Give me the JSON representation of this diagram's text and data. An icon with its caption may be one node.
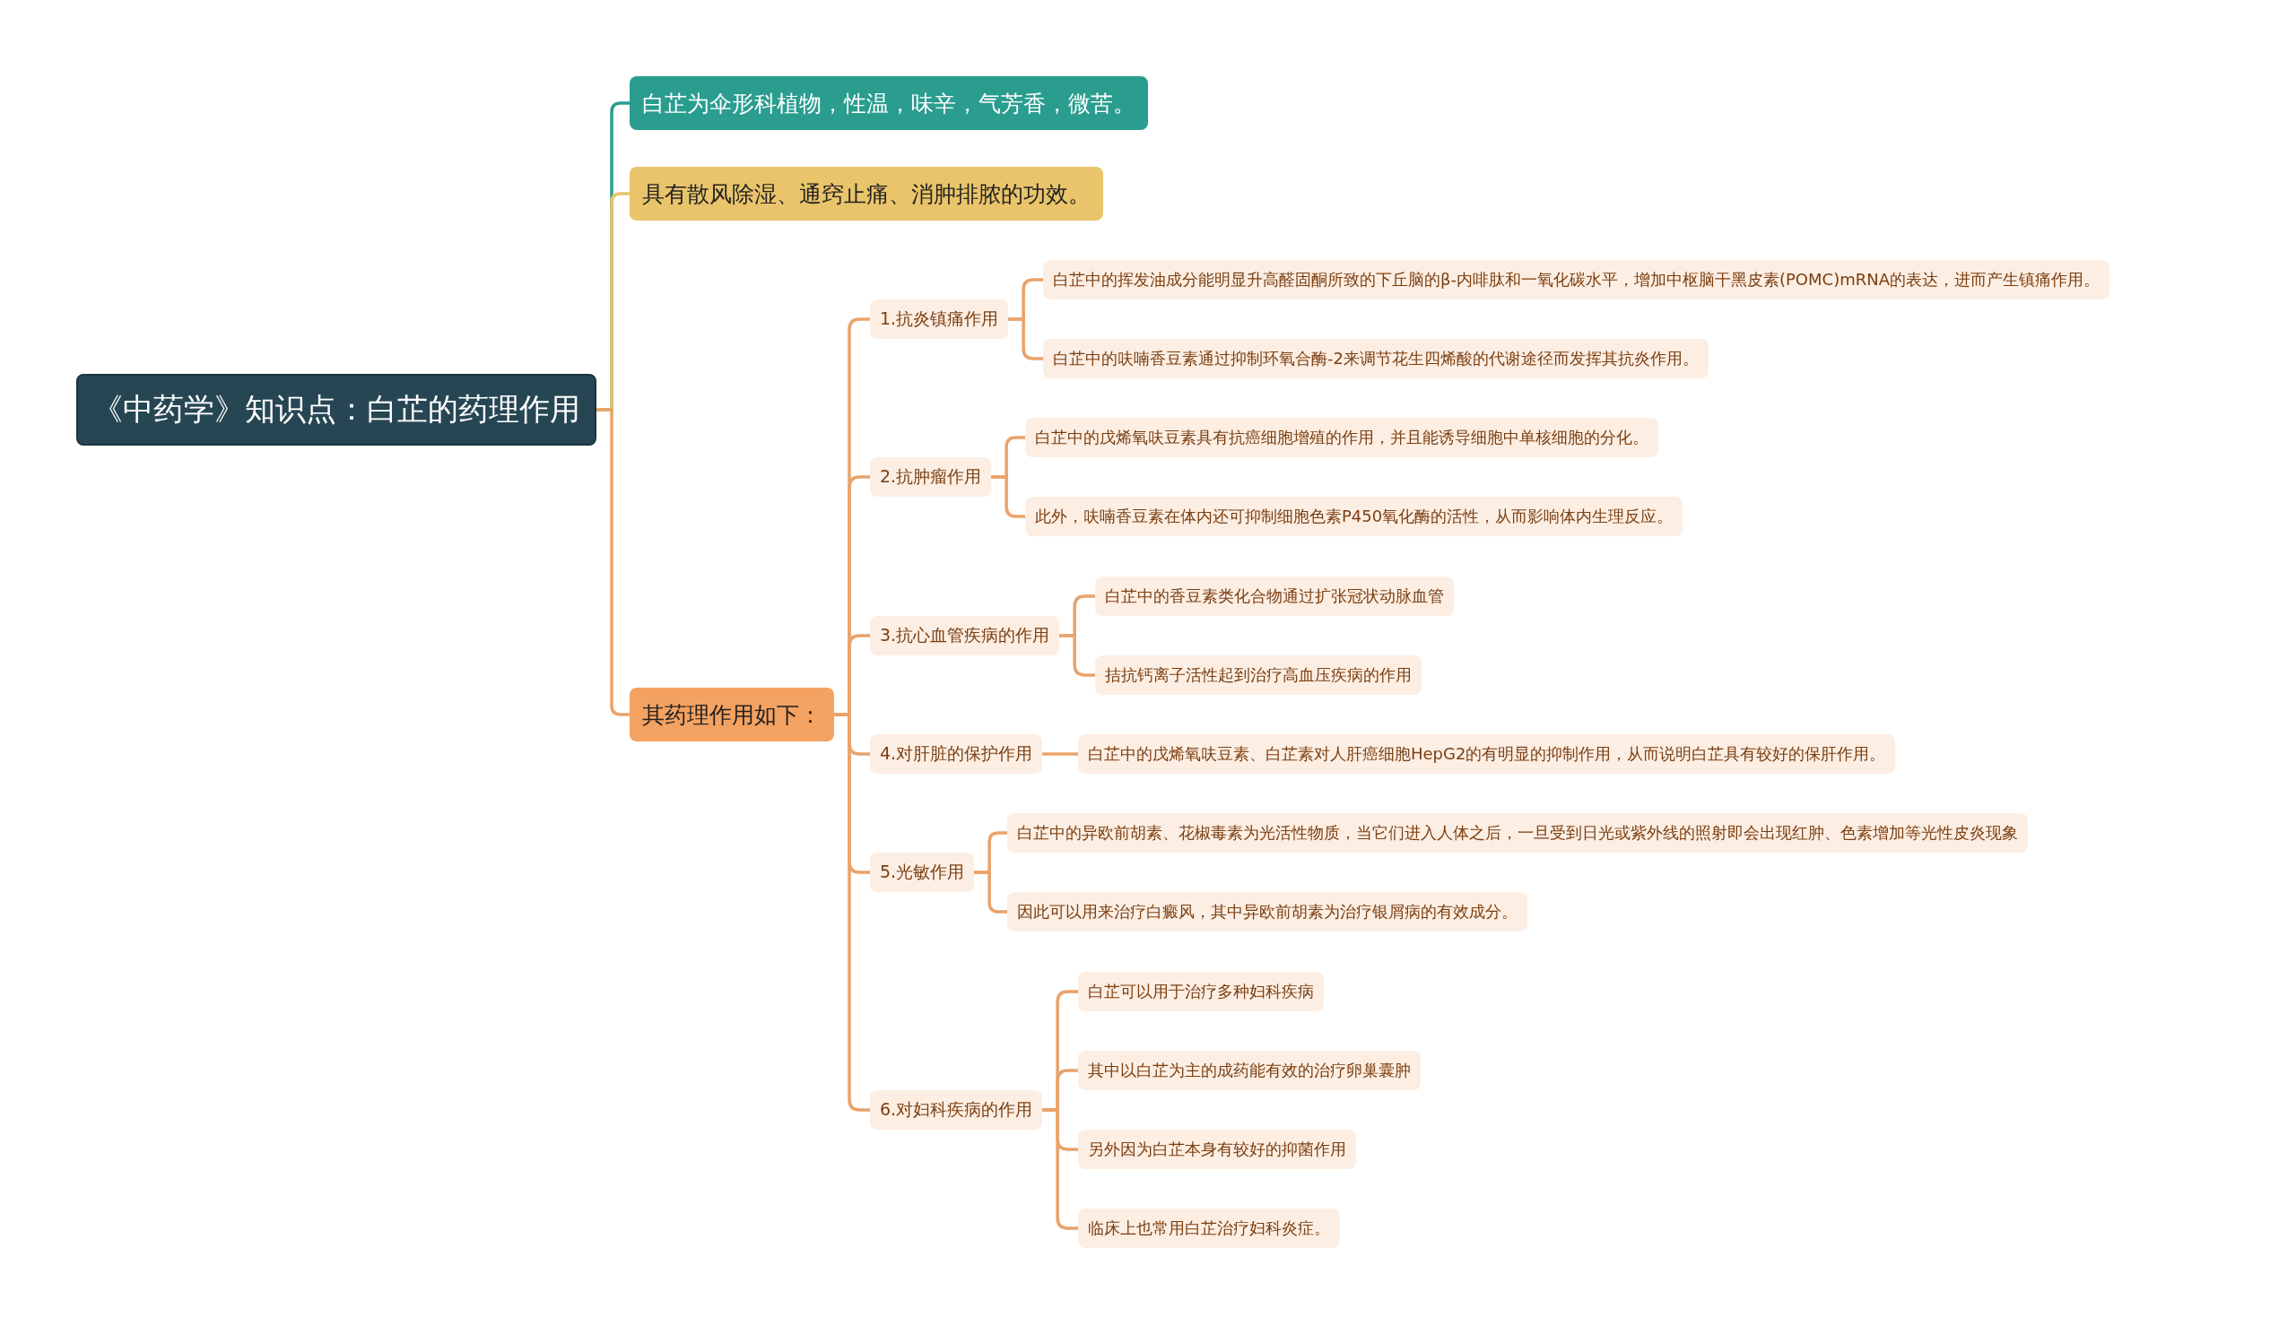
{
  "diagram": {
    "nodes": [
      {
        "text": [
          "《中药学》知识点：白芷的药理作用"
        ]
      },
      {
        "text": [
          "白芷为伞形科植物，性温，味辛，气芳香，微苦。"
        ]
      },
      {
        "text": [
          "具有散风除湿、通窍止痛、消肿排脓的功效。"
        ]
      },
      {
        "text": [
          "其药理作用如下："
        ]
      },
      {
        "text": [
          "1.抗炎镇痛作用"
        ]
      },
      {
        "text": [
          "白芷中的挥发油成分能明显升高醛固酮所致的下丘脑的β-内啡肽和一氧化碳水平，增加中枢脑干黑皮素(POMC)mRNA的表达，进而产生镇痛作用。"
        ]
      },
      {
        "text": [
          "白芷中的呋喃香豆素通过抑制环氧合酶-2来调节花生四烯酸的代谢途径而发挥其抗炎作用。"
        ]
      },
      {
        "text": [
          "2.抗肿瘤作用"
        ]
      },
      {
        "text": [
          "白芷中的戊烯氧呋豆素具有抗癌细胞增殖的作用，并且能诱导细胞中单核细胞的分化。"
        ]
      },
      {
        "text": [
          "此外，呋喃香豆素在体内还可抑制细胞色素P450氧化酶的活性，从而影响体内生理反应。"
        ]
      },
      {
        "text": [
          "3.抗心血管疾病的作用"
        ]
      },
      {
        "text": [
          "白芷中的香豆素类化合物通过扩张冠状动脉血管"
        ]
      },
      {
        "text": [
          "拮抗钙离子活性起到治疗高血压疾病的作用"
        ]
      },
      {
        "text": [
          "4.对肝脏的保护作用"
        ]
      },
      {
        "text": [
          "白芷中的戊烯氧呋豆素、白芷素对人肝癌细胞HepG2的有明显的抑制作用，从而说明白芷具有较好的保肝作用。"
        ]
      },
      {
        "text": [
          "5.光敏作用"
        ]
      },
      {
        "text": [
          "白芷中的异欧前胡素、花椒毒素为光活性物质，当它们进入人体之后，一旦受到日光或紫外线的照射即会出现红肿、色素增加等光性皮炎现象"
        ]
      },
      {
        "text": [
          "因此可以用来治疗白癜风，其中异欧前胡素为治疗银屑病的有效成分。"
        ]
      },
      {
        "text": [
          "6.对妇科疾病的作用"
        ]
      },
      {
        "text": [
          "白芷可以用于治疗多种妇科疾病"
        ]
      },
      {
        "text": [
          "其中以白芷为主的成药能有效的治疗卵巢囊肿"
        ]
      },
      {
        "text": [
          "另外因为白芷本身有较好的抑菌作用"
        ]
      },
      {
        "text": [
          "临床上也常用白芷治疗妇科炎症。"
        ]
      }
    ],
    "edges": [
      {
        "from": 0,
        "to": 1,
        "arrow": "none",
        "color": "#2a9d8f"
      },
      {
        "from": 0,
        "to": 2,
        "arrow": "none",
        "color": "#e9c46a"
      },
      {
        "from": 0,
        "to": 3,
        "arrow": "none"
      },
      {
        "from": 3,
        "to": 4,
        "arrow": "none"
      },
      {
        "from": 4,
        "to": 5,
        "arrow": "none"
      },
      {
        "from": 4,
        "to": 6,
        "arrow": "none"
      },
      {
        "from": 3,
        "to": 7,
        "arrow": "none"
      },
      {
        "from": 7,
        "to": 8,
        "arrow": "none"
      },
      {
        "from": 7,
        "to": 9,
        "arrow": "none"
      },
      {
        "from": 3,
        "to": 10,
        "arrow": "none"
      },
      {
        "from": 10,
        "to": 11,
        "arrow": "none"
      },
      {
        "from": 10,
        "to": 12,
        "arrow": "none"
      },
      {
        "from": 3,
        "to": 13,
        "arrow": "none"
      },
      {
        "from": 13,
        "to": 14,
        "arrow": "none"
      },
      {
        "from": 3,
        "to": 15,
        "arrow": "none"
      },
      {
        "from": 15,
        "to": 16,
        "arrow": "none"
      },
      {
        "from": 15,
        "to": 17,
        "arrow": "none"
      },
      {
        "from": 3,
        "to": 18,
        "arrow": "none"
      },
      {
        "from": 18,
        "to": 19,
        "arrow": "none"
      },
      {
        "from": 18,
        "to": 20,
        "arrow": "none"
      },
      {
        "from": 18,
        "to": 21,
        "arrow": "none"
      },
      {
        "from": 18,
        "to": 22,
        "arrow": "none"
      }
    ]
  }
}
